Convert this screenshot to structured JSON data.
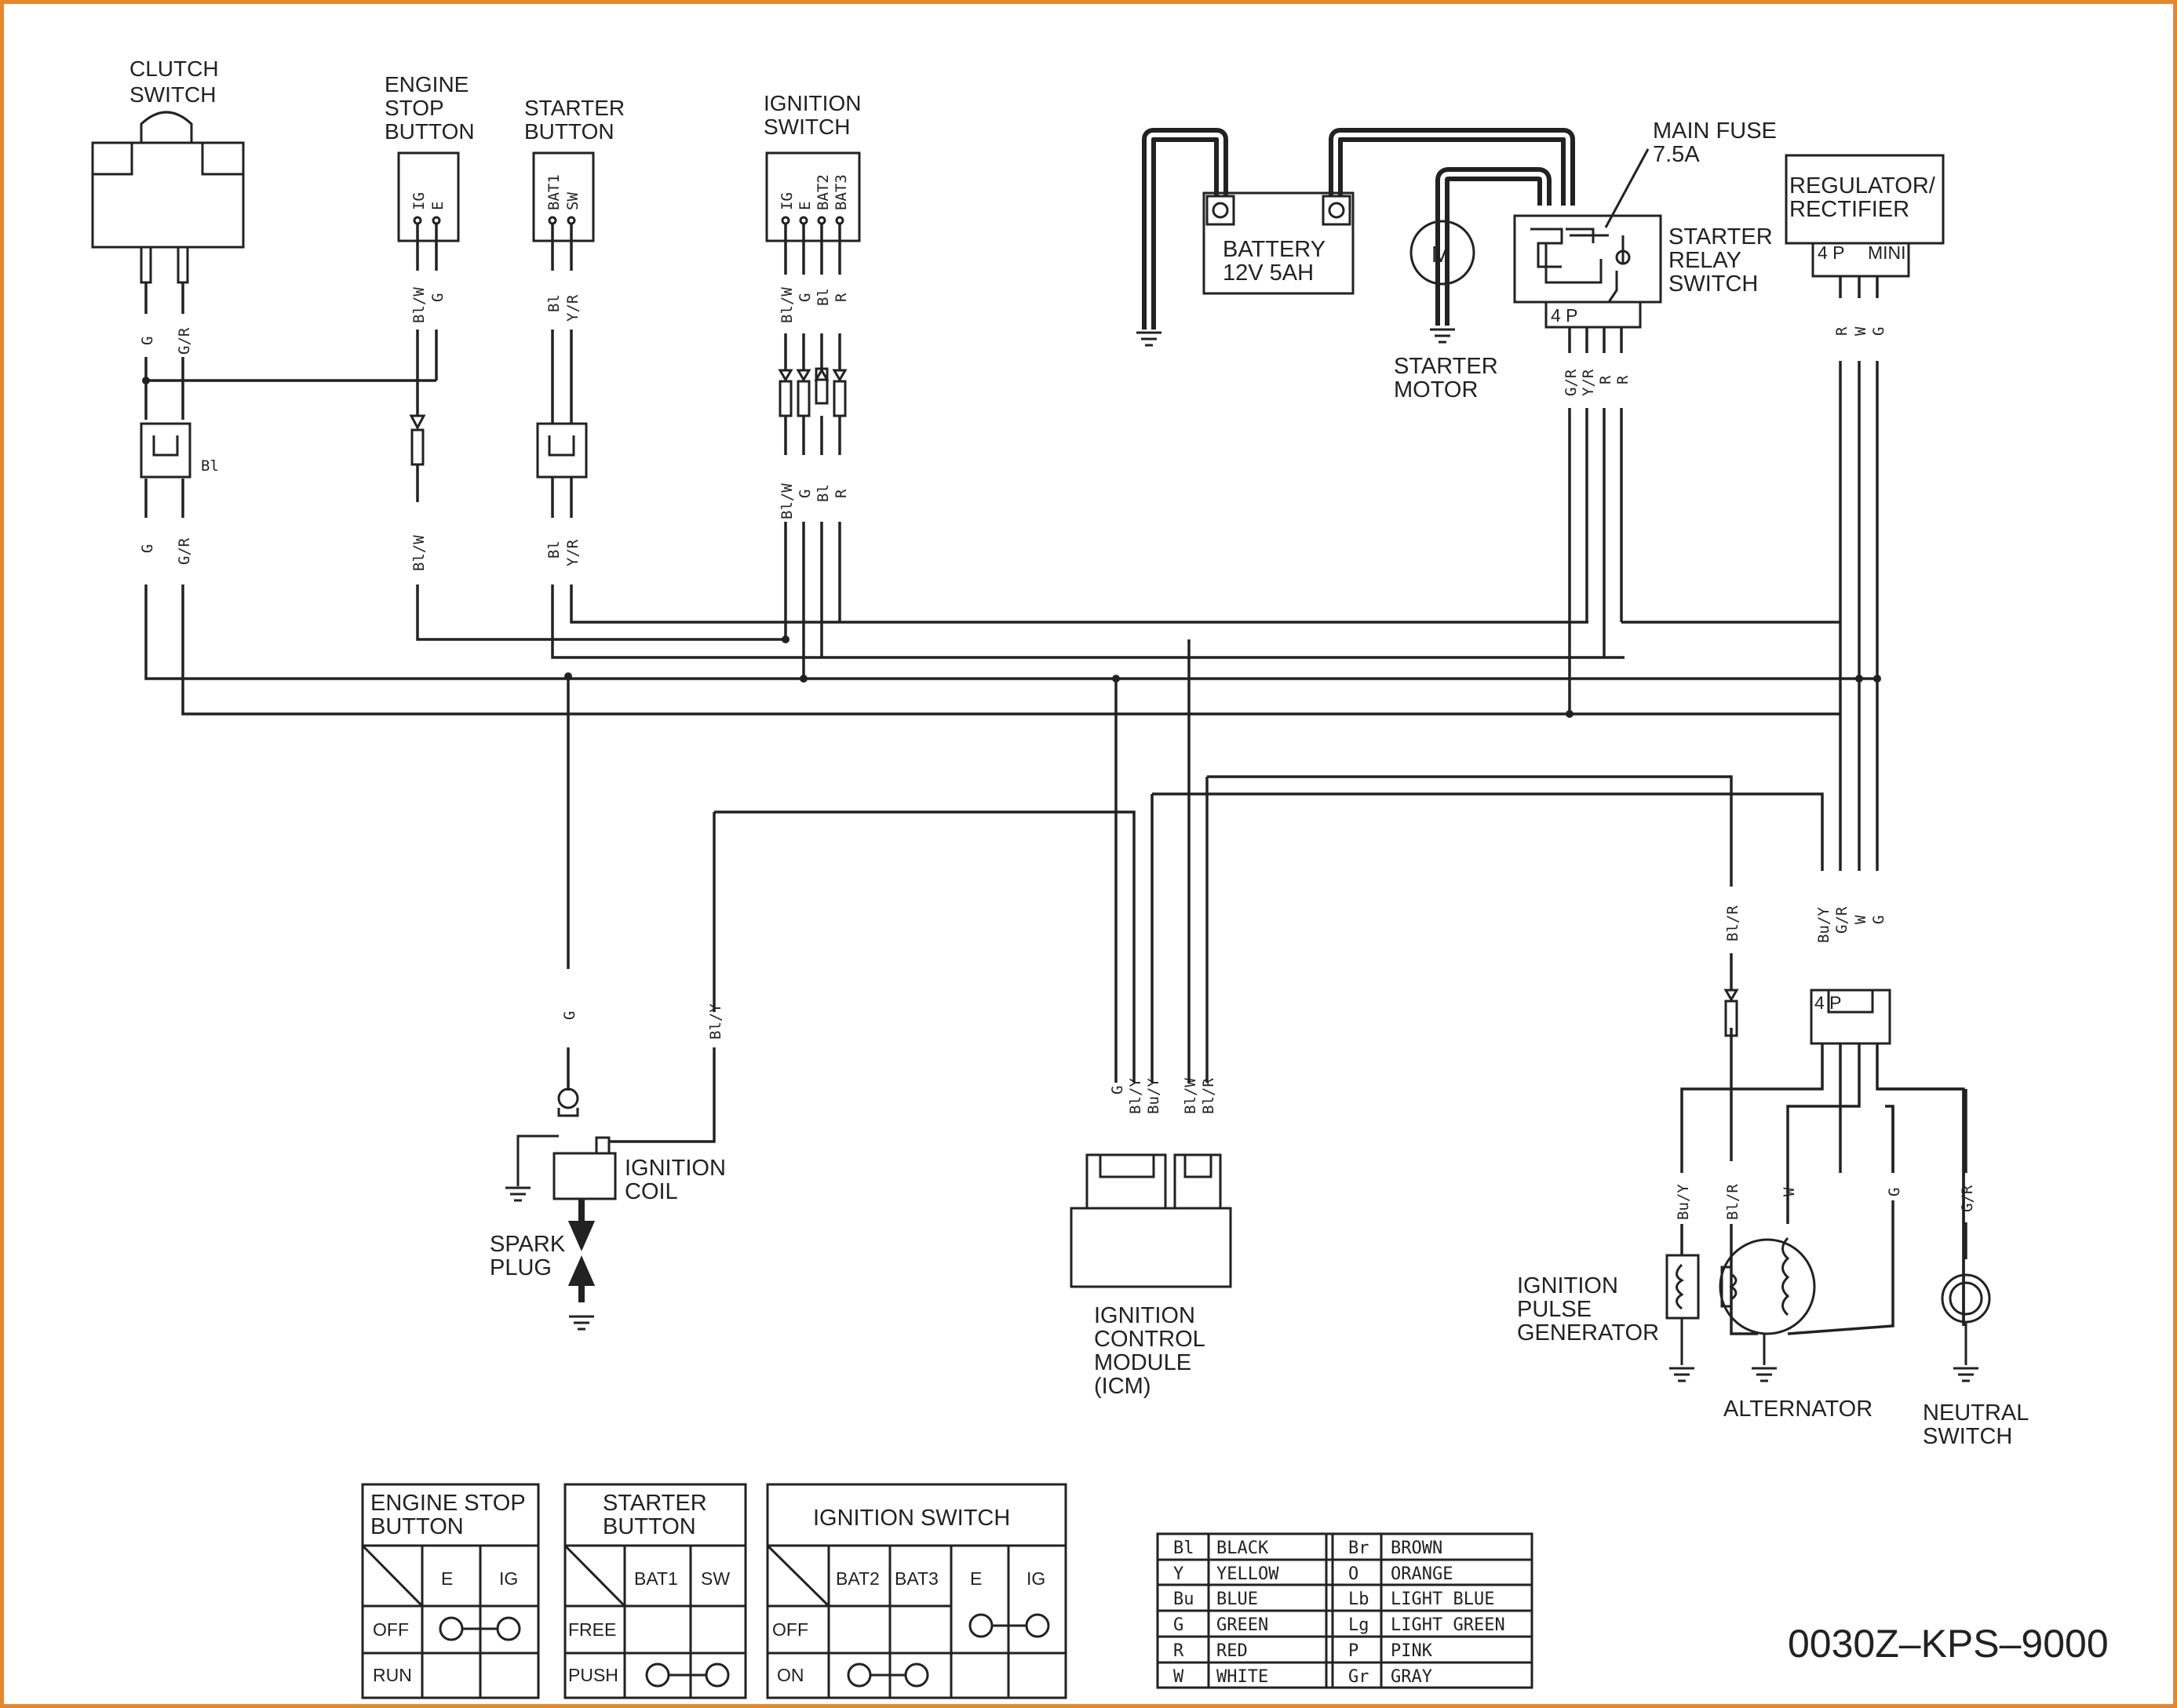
{
  "components": {
    "clutch_switch": [
      "CLUTCH",
      "SWITCH"
    ],
    "engine_stop_button": [
      "ENGINE",
      "STOP",
      "BUTTON"
    ],
    "starter_button": [
      "STARTER",
      "BUTTON"
    ],
    "ignition_switch": [
      "IGNITION",
      "SWITCH"
    ],
    "battery": [
      "BATTERY",
      "12V  5AH"
    ],
    "main_fuse": [
      "MAIN  FUSE",
      "7.5A"
    ],
    "starter_relay_switch": [
      "STARTER",
      "RELAY",
      "SWITCH"
    ],
    "regulator_rectifier": [
      "REGULATOR/",
      "RECTIFIER"
    ],
    "starter_motor": [
      "STARTER",
      "MOTOR"
    ],
    "ignition_coil": [
      "IGNITION",
      "COIL"
    ],
    "spark_plug": [
      "SPARK",
      "PLUG"
    ],
    "icm": [
      "IGNITION",
      "CONTROL",
      "MODULE",
      "(ICM)"
    ],
    "ignition_pulse_generator": [
      "IGNITION",
      "PULSE",
      "GENERATOR"
    ],
    "alternator": "ALTERNATOR",
    "neutral_switch": [
      "NEUTRAL",
      "SWITCH"
    ]
  },
  "symbols": {
    "motor": "M",
    "four_p": "4 P",
    "mini": "MINI",
    "clutch_connector": "Bl"
  },
  "terminals": {
    "engine_stop": [
      "IG",
      "E"
    ],
    "starter": [
      "BAT1",
      "SW"
    ],
    "ignition": [
      "IG",
      "E",
      "BAT2",
      "BAT3"
    ]
  },
  "wire_labels": {
    "clutch_top": [
      "G",
      "G/R"
    ],
    "clutch_bottom": [
      "G",
      "G/R"
    ],
    "engine_stop_top": [
      "Bl/W",
      "G"
    ],
    "engine_stop_bottom": "Bl/W",
    "starter_top": [
      "Bl",
      "Y/R"
    ],
    "starter_bottom": [
      "Bl",
      "Y/R"
    ],
    "ignition_top": [
      "Bl/W",
      "G",
      "Bl",
      "R"
    ],
    "ignition_bottom": [
      "Bl/W",
      "G",
      "Bl",
      "R"
    ],
    "relay": [
      "G/R",
      "Y/R",
      "R",
      "R"
    ],
    "regulator": [
      "R",
      "W",
      "G"
    ],
    "coil_g": "G",
    "coil_bly": "Bl/Y",
    "icm": [
      "G",
      "Bl/Y",
      "Bu/Y",
      "Bl/W",
      "Bl/R"
    ],
    "blr_mid": "Bl/R",
    "right_group": [
      "Bu/Y",
      "G/R",
      "W",
      "G"
    ],
    "bottom_right": [
      "Bu/Y",
      "Bl/R",
      "W",
      "G",
      "G/R"
    ]
  },
  "tables": {
    "engine_stop": {
      "title": [
        "ENGINE STOP",
        "BUTTON"
      ],
      "columns": [
        "E",
        "IG"
      ],
      "rows": [
        "OFF",
        "RUN"
      ]
    },
    "starter": {
      "title": [
        "STARTER",
        "BUTTON"
      ],
      "columns": [
        "BAT1",
        "SW"
      ],
      "rows": [
        "FREE",
        "PUSH"
      ]
    },
    "ignition": {
      "title": "IGNITION SWITCH",
      "columns": [
        "BAT2",
        "BAT3",
        "E",
        "IG"
      ],
      "rows": [
        "OFF",
        "ON"
      ]
    }
  },
  "color_codes": [
    [
      "Bl",
      "BLACK"
    ],
    [
      "Y",
      "YELLOW"
    ],
    [
      "Bu",
      "BLUE"
    ],
    [
      "G",
      "GREEN"
    ],
    [
      "R",
      "RED"
    ],
    [
      "W",
      "WHITE"
    ],
    [
      "Br",
      "BROWN"
    ],
    [
      "O",
      "ORANGE"
    ],
    [
      "Lb",
      "LIGHT BLUE"
    ],
    [
      "Lg",
      "LIGHT GREEN"
    ],
    [
      "P",
      "PINK"
    ],
    [
      "Gr",
      "GRAY"
    ]
  ],
  "diagram_code": "0030Z–KPS–9000",
  "colors": {
    "ink": "#222222",
    "frame": "#e8862a",
    "paper": "#ffffff"
  }
}
